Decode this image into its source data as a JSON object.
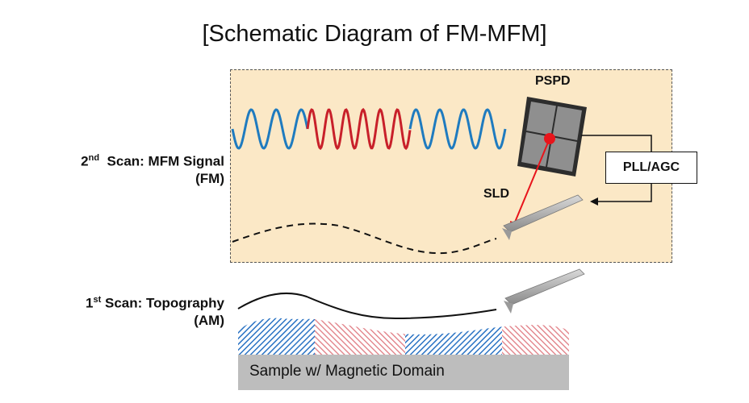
{
  "title": "[Schematic Diagram of FM-MFM]",
  "scan2": {
    "prefix": "2",
    "sup": "nd",
    "label": "Scan: MFM Signal",
    "mode": "(FM)"
  },
  "scan1": {
    "prefix": "1",
    "sup": "st",
    "label": "Scan: Topography",
    "mode": "(AM)"
  },
  "pspd_label": "PSPD",
  "sld_label": "SLD",
  "pll_label": "PLL/AGC",
  "sample_label": "Sample w/ Magnetic Domain",
  "colors": {
    "panel_bg": "#fbe8c6",
    "wave_blue": "#1f7bbf",
    "wave_red": "#c8202a",
    "domain_blue": "#2a73c4",
    "domain_red": "#e07b82",
    "sample_gray": "#bdbdbd",
    "laser": "#e8141b"
  }
}
